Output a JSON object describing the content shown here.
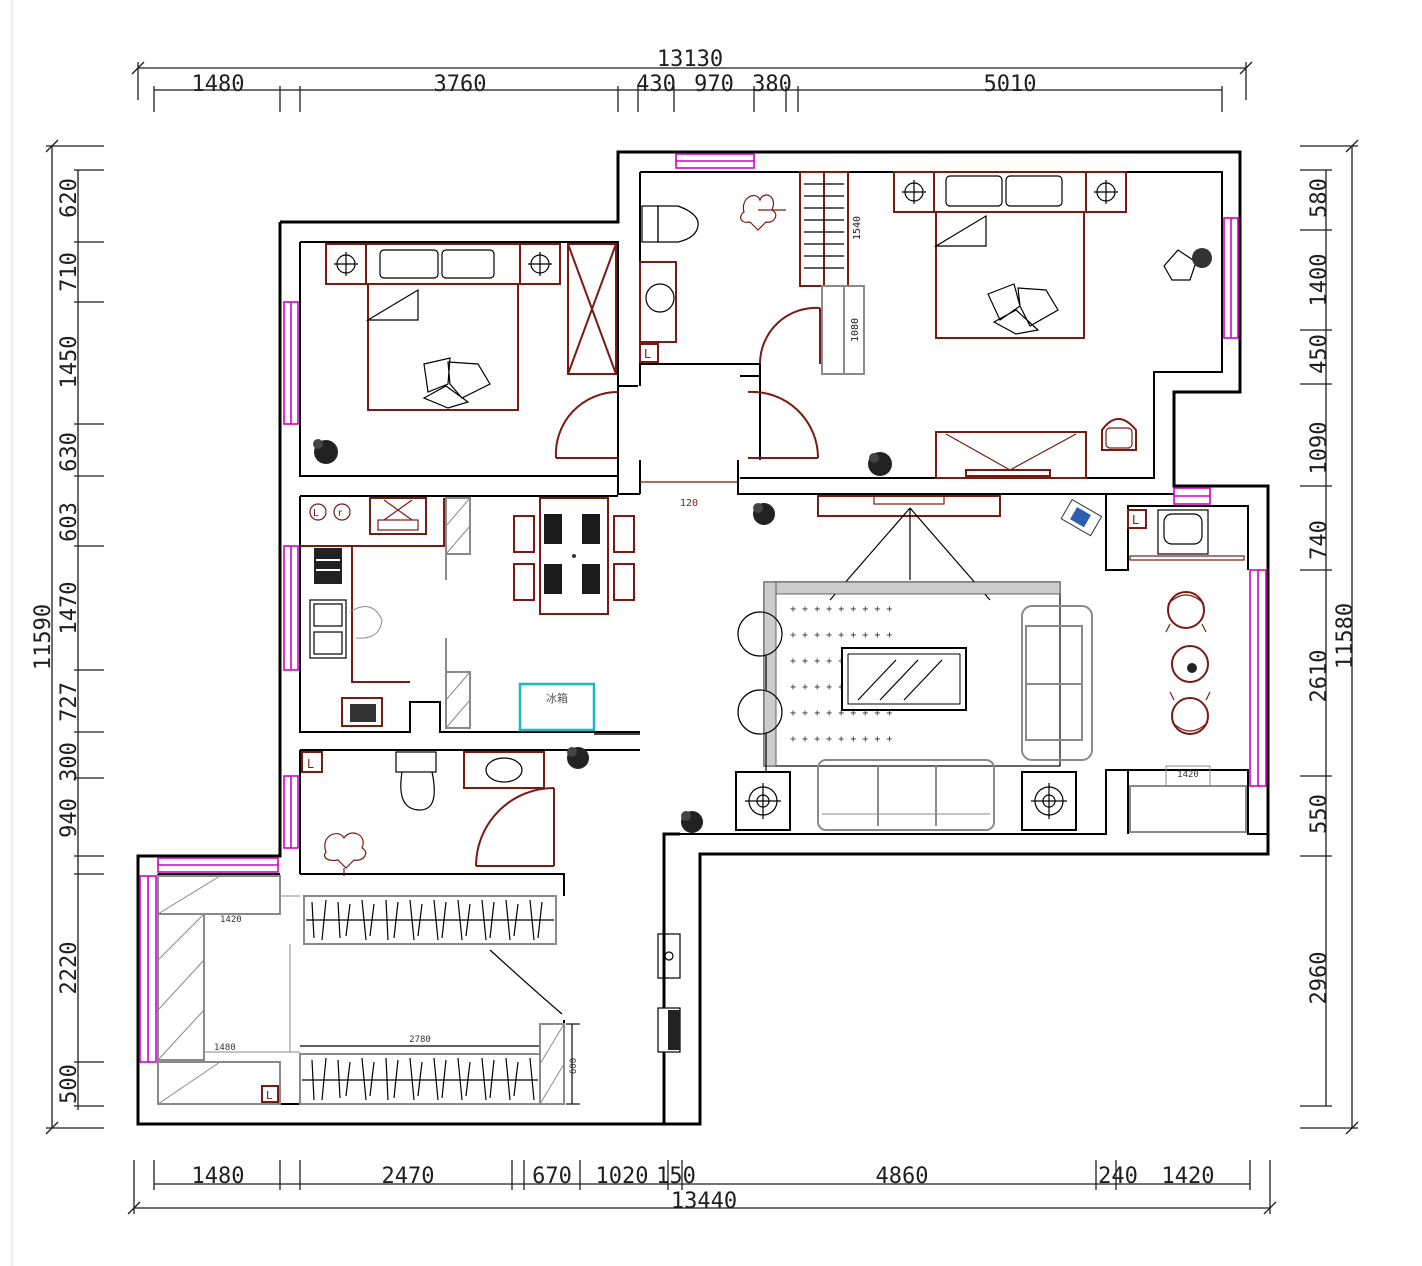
{
  "top_dims": {
    "total": "13130",
    "segments": [
      "1480",
      "3760",
      "430",
      "970",
      "380",
      "5010"
    ]
  },
  "bottom_dims": {
    "total": "13440",
    "segments": [
      "1480",
      "2470",
      "670",
      "1020",
      "150",
      "4860",
      "240",
      "1420"
    ]
  },
  "left_dims": {
    "total": "11590",
    "segments": [
      "620",
      "710",
      "1450",
      "630",
      "603",
      "1470",
      "727",
      "300",
      "940",
      "2220",
      "500"
    ]
  },
  "right_dims": {
    "total": "11580",
    "segments": [
      "580",
      "1400",
      "450",
      "1090",
      "740",
      "2610",
      "550",
      "2960"
    ]
  },
  "inner_labels": {
    "fridge": "冰箱",
    "hall_width": "120",
    "wardrobe_top": "1540",
    "wardrobe_bottom": "1080",
    "tv_cabinet": "1420",
    "closet_top": "1420",
    "closet_mid": "1480",
    "closet_long": "2780",
    "closet_small": "600"
  }
}
